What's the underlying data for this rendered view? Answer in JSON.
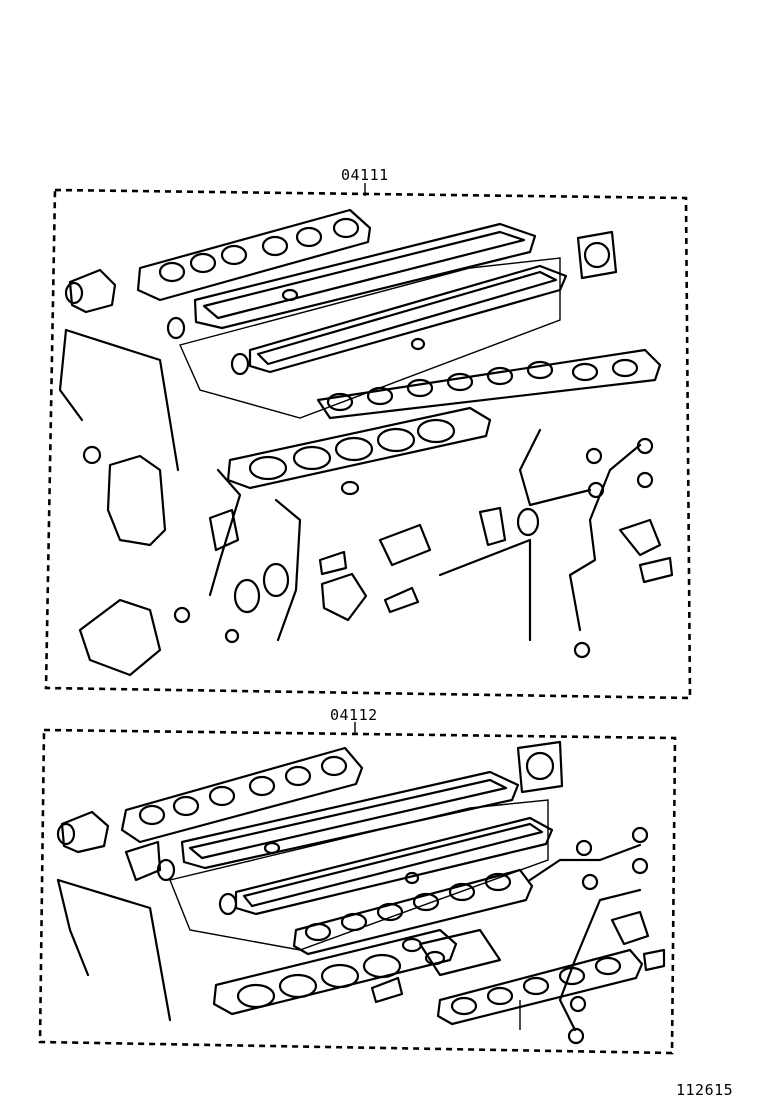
{
  "labels": {
    "set_a": "04111",
    "set_b": "04112",
    "doc_number": "112615"
  }
}
